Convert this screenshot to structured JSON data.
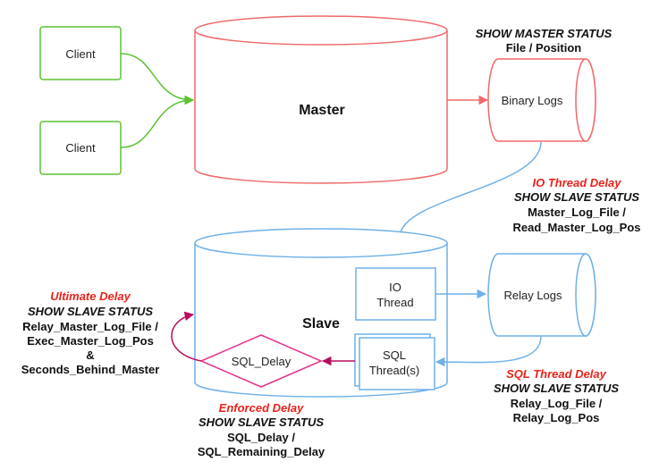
{
  "colors": {
    "master": "#f0696a",
    "slave": "#6fb0e8",
    "client": "#5cc234",
    "delay": "#e8338d",
    "enforced_arrow": "#b80c5e",
    "alert": "#e8231b"
  },
  "nodes": {
    "client1": "Client",
    "client2": "Client",
    "master": "Master",
    "binary_logs": "Binary Logs",
    "slave": "Slave",
    "io_thread_line1": "IO",
    "io_thread_line2": "Thread",
    "relay_logs": "Relay Logs",
    "sql_thread_line1": "SQL",
    "sql_thread_line2": "Thread(s)",
    "sql_delay": "SQL_Delay"
  },
  "annotations": {
    "master_status": {
      "line1": "SHOW MASTER STATUS",
      "line2": "File / Position"
    },
    "io_thread_delay": {
      "title": "IO Thread Delay",
      "line1": "SHOW SLAVE STATUS",
      "line2": "Master_Log_File /",
      "line3": "Read_Master_Log_Pos"
    },
    "sql_thread_delay": {
      "title": "SQL Thread Delay",
      "line1": "SHOW SLAVE STATUS",
      "line2": "Relay_Log_File /",
      "line3": "Relay_Log_Pos"
    },
    "ultimate_delay": {
      "title": "Ultimate Delay",
      "line1": "SHOW SLAVE STATUS",
      "line2": "Relay_Master_Log_File /",
      "line3": "Exec_Master_Log_Pos",
      "line4": "&",
      "line5": "Seconds_Behind_Master"
    },
    "enforced_delay": {
      "title": "Enforced Delay",
      "line1": "SHOW SLAVE STATUS",
      "line2": "SQL_Delay /",
      "line3": "SQL_Remaining_Delay"
    }
  }
}
